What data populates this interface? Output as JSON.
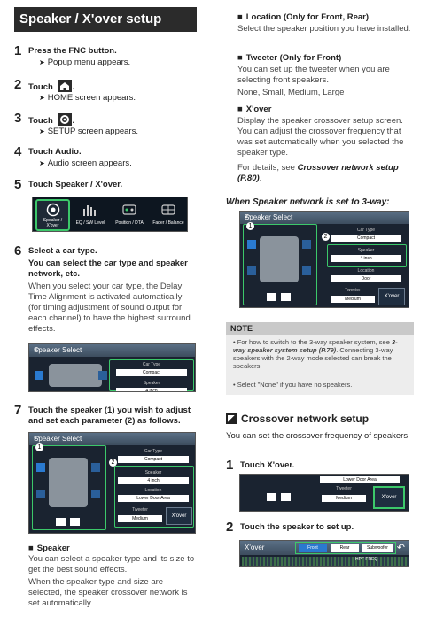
{
  "title": "Speaker / X'over setup",
  "steps": [
    {
      "num": "1",
      "text": "Press the FNC button.",
      "sub": "Popup menu appears."
    },
    {
      "num": "2",
      "text": "Touch",
      "sub": "HOME screen appears."
    },
    {
      "num": "3",
      "text": "Touch",
      "sub": "SETUP screen appears."
    },
    {
      "num": "4",
      "text": "Touch Audio.",
      "sub": "Audio screen appears."
    },
    {
      "num": "5",
      "text": "Touch Speaker / X'over."
    }
  ],
  "audio_menu": [
    "Speaker / X'over",
    "EQ / SW Level",
    "Position / DTA",
    "Fader / Balance"
  ],
  "step6": {
    "num": "6",
    "title": "Select a car type.",
    "sub": "You can select the car type and speaker network, etc.",
    "body": "When you select your car type, the Delay Time Alignment is activated automatically (for timing adjustment of sound output for each channel) to have the highest surround effects."
  },
  "screen_speaker_select": {
    "title": "Speaker Select",
    "car_type_label": "Car Type",
    "car_type_value": "Compact",
    "speaker_label": "Speaker",
    "speaker_value": "4 inch",
    "location_label": "Location",
    "location_value": "Lower Door Area",
    "location_value_3way": "Door",
    "tweeter_label": "Tweeter",
    "tweeter_value": "Medium",
    "xover_button": "X'over"
  },
  "step7": {
    "num": "7",
    "title": "Touch the speaker (1) you wish to adjust and set each parameter (2) as follows."
  },
  "speaker_section": {
    "heading": "Speaker",
    "body1": "You can select a speaker type and its size to get the best sound effects.",
    "body2": "When the speaker type and size are selected, the speaker crossover network is set automatically."
  },
  "right": {
    "location_heading": "Location (Only for Front, Rear)",
    "location_body": "Select the speaker position you have installed.",
    "tweeter_heading": "Tweeter (Only for Front)",
    "tweeter_body": "You can set up the tweeter when you are selecting front speakers.",
    "tweeter_options": "None, Small, Medium, Large",
    "xover_heading": "X'over",
    "xover_body": "Display the speaker crossover setup screen. You can adjust the crossover frequency that was set automatically when you selected the speaker type.",
    "xover_details": "For details, see",
    "xover_ref": "Crossover network setup (P.80)",
    "three_way_heading": "When Speaker network is set to 3-way:"
  },
  "note": {
    "title": "NOTE",
    "b1": "For how to switch to the 3-way speaker system, see",
    "b1_ref": "3-way speaker system setup (P.79)",
    "b1_rest": "Connecting 3-way speakers with the 2-way mode selected can break the speakers.",
    "b2": "Select \"None\" if you have no speakers."
  },
  "crossover": {
    "title": "Crossover network setup",
    "intro": "You can set the crossover frequency of speakers.",
    "step1": "Touch X'over.",
    "step2": "Touch the speaker to set up.",
    "tabs": [
      "Front",
      "Rear",
      "Subwoofer"
    ],
    "screen_title": "X'over",
    "hpf_label": "HPF FREQ"
  }
}
